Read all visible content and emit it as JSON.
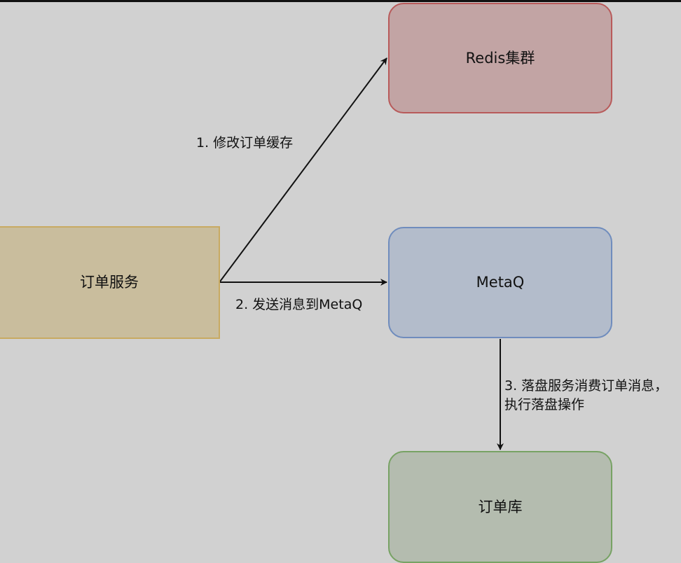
{
  "diagram": {
    "nodes": {
      "order_service": {
        "label": "订单服务"
      },
      "redis_cluster": {
        "label": "Redis集群"
      },
      "metaq": {
        "label": "MetaQ"
      },
      "order_db": {
        "label": "订单库"
      }
    },
    "edges": [
      {
        "from": "订单服务",
        "to": "Redis集群",
        "label": "1. 修改订单缓存"
      },
      {
        "from": "订单服务",
        "to": "MetaQ",
        "label": "2. 发送消息到MetaQ"
      },
      {
        "from": "MetaQ",
        "to": "订单库",
        "label": "3. 落盘服务消费订单消息，执行落盘操作"
      }
    ],
    "colors": {
      "background": "#d1d1d1",
      "order_service_fill": "#c9bd9d",
      "order_service_stroke": "#c8aa62",
      "redis_fill": "#c2a4a4",
      "redis_stroke": "#b85a5a",
      "metaq_fill": "#b3bccb",
      "metaq_stroke": "#6f8cbd",
      "db_fill": "#b4bcaf",
      "db_stroke": "#77a264",
      "arrow": "#111111"
    }
  }
}
